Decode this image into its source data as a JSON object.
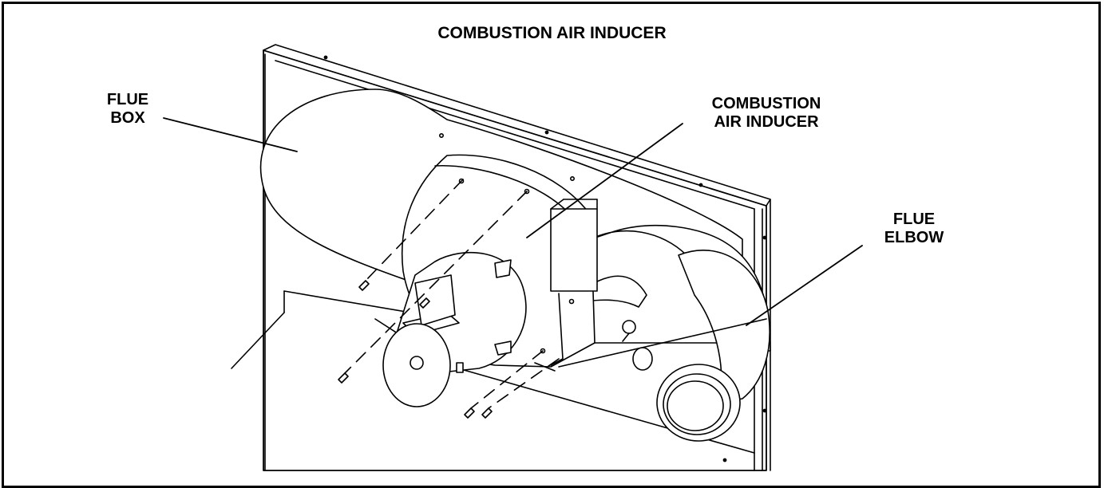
{
  "diagram": {
    "title": "COMBUSTION AIR INDUCER",
    "labels": [
      {
        "id": "flue-box",
        "lines": [
          "FLUE",
          "BOX"
        ]
      },
      {
        "id": "combustion-air-inducer",
        "lines": [
          "COMBUSTION",
          "AIR INDUCER"
        ]
      },
      {
        "id": "flue-elbow",
        "lines": [
          "FLUE",
          "ELBOW"
        ]
      }
    ]
  },
  "colors": {
    "line": "#000000",
    "background": "#ffffff"
  }
}
